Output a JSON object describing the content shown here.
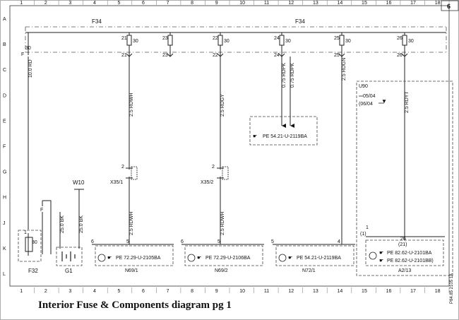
{
  "caption": "Interior Fuse & Components diagram pg 1",
  "grid": {
    "columns": [
      "1",
      "2",
      "3",
      "4",
      "5",
      "6",
      "7",
      "8",
      "9",
      "10",
      "11",
      "12",
      "13",
      "14",
      "15",
      "16",
      "17",
      "18"
    ],
    "rows": [
      "A",
      "B",
      "C",
      "D",
      "E",
      "F",
      "G",
      "H",
      "J",
      "K",
      "L"
    ]
  },
  "header": {
    "page": "6"
  },
  "bus": {
    "left_label": "F34",
    "right_label": "F34",
    "f_label": "F",
    "terminal": "30"
  },
  "fuses": [
    {
      "top": "21",
      "bottom": "21",
      "term": "30"
    },
    {
      "top": "23",
      "bottom": "23",
      "term": ""
    },
    {
      "top": "22",
      "bottom": "22",
      "term": "30"
    },
    {
      "top": "24",
      "bottom": "24",
      "term": "30"
    },
    {
      "top": "25",
      "bottom": "25",
      "term": "30"
    },
    {
      "top": "26",
      "bottom": "26",
      "term": "30"
    }
  ],
  "wires": {
    "left": "10.0 RD",
    "w1_upper": "2.5 RDWH",
    "w1_lower": "2.5 RDWH",
    "w2_upper": "2.5 RDGY",
    "w2_lower": "2.5 RDWH",
    "w3a": "0.75 RDPK",
    "w3b": "0.75 RDPK",
    "w4": "2.5 RDGN",
    "w5": "2.5 RDYT",
    "g1a": "25.0 BK",
    "g1b": "25.0 BK"
  },
  "connectors": {
    "x35_1": {
      "name": "X35/1",
      "pin": "2"
    },
    "x35_2": {
      "name": "X35/2",
      "pin": "2"
    },
    "w10": "W10"
  },
  "components": {
    "f32": {
      "name": "F32",
      "pin": "1",
      "term": "30",
      "f": "F"
    },
    "g1": {
      "name": "G1"
    },
    "n69_1": {
      "name": "N69/1",
      "pin_left": "6",
      "pin": "5",
      "ref": "PE 72.29-U-2105BA"
    },
    "n69_2": {
      "name": "N69/2",
      "pin_left": "6",
      "pin": "5",
      "ref": "PE 72.29-U-2106BA"
    },
    "n72_1": {
      "name": "N72/1",
      "pin_left": "5",
      "pin": "4",
      "ref": "PE 54.21-U-2119BA"
    },
    "a2_13": {
      "name": "A2/13",
      "pin": "26",
      "pin_sub": "(21)",
      "ref1": "PE 82.62-U-2101BA",
      "ref2": "PE 82.62-U-2101BB)"
    }
  },
  "pe_box": {
    "ref": "PE 54.21-U-2119BA"
  },
  "variant": {
    "code": "U90",
    "from": "05/04",
    "to": "(06/04",
    "pin1": "1",
    "pin2": "(1)"
  },
  "corner_code": "P84.85 2105 1A"
}
